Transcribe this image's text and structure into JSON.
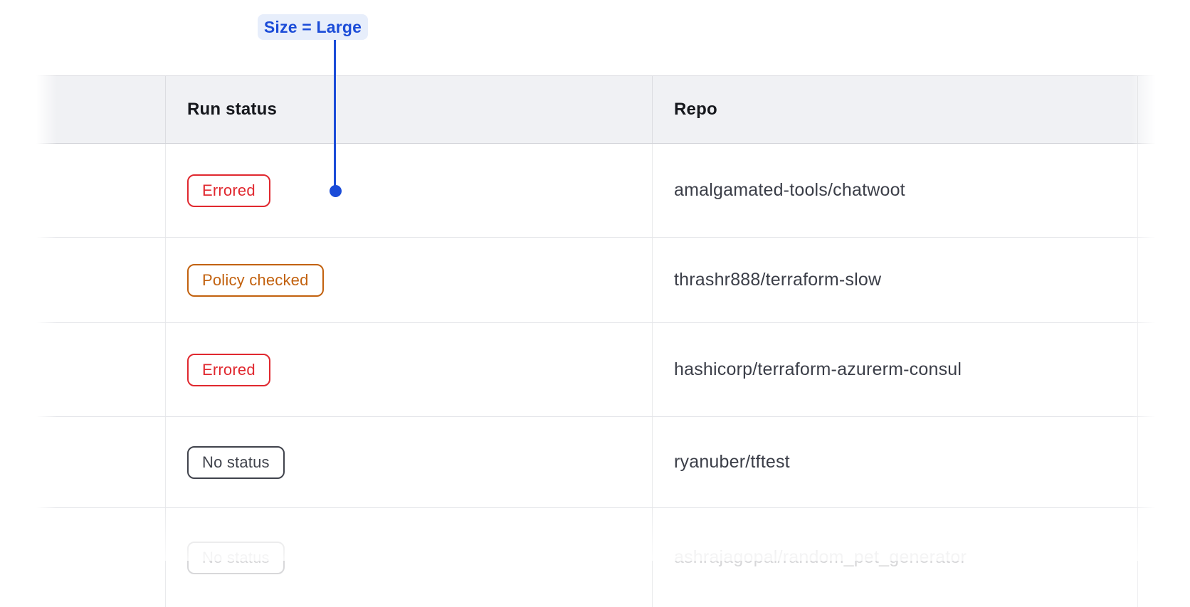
{
  "annotation": {
    "label": "Size = Large",
    "text_color": "#1b4cd8",
    "bg_color": "#e7eefb",
    "line_color": "#1b4cd8"
  },
  "table": {
    "columns": [
      {
        "key": "spacer_left",
        "label": ""
      },
      {
        "key": "run_status",
        "label": "Run status"
      },
      {
        "key": "repo",
        "label": "Repo"
      },
      {
        "key": "spacer_right",
        "label": ""
      }
    ],
    "rows": [
      {
        "status": "Errored",
        "status_variant": "errored",
        "repo": "amalgamated-tools/chatwoot",
        "faded": false
      },
      {
        "status": "Policy checked",
        "status_variant": "policy-checked",
        "repo": "thrashr888/terraform-slow",
        "faded": false
      },
      {
        "status": "Errored",
        "status_variant": "errored",
        "repo": "hashicorp/terraform-azurerm-consul",
        "faded": false
      },
      {
        "status": "No status",
        "status_variant": "no-status",
        "repo": "ryanuber/tftest",
        "faded": false
      },
      {
        "status": "No status",
        "status_variant": "no-status",
        "repo": "ashrajagopal/random_pet_generator",
        "faded": true
      }
    ],
    "status_colors": {
      "errored": "#e0282f",
      "policy-checked": "#c2610e",
      "no-status": "#40434c"
    },
    "header_bg": "#f0f1f4"
  }
}
